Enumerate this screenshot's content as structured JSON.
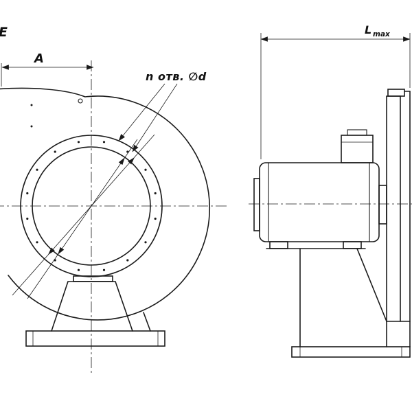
{
  "drawing": {
    "kind": "centrifugal-fan-dimensional-drawing",
    "background": "#ffffff",
    "line_color": "#1a1a1a",
    "labels": {
      "view_letter": "E",
      "dim_a": "A",
      "holes_note": "n отв. ∅d",
      "dim_l_base": "L",
      "dim_l_sub": "max"
    },
    "front_view": {
      "bolt_hole_count": 16
    }
  }
}
